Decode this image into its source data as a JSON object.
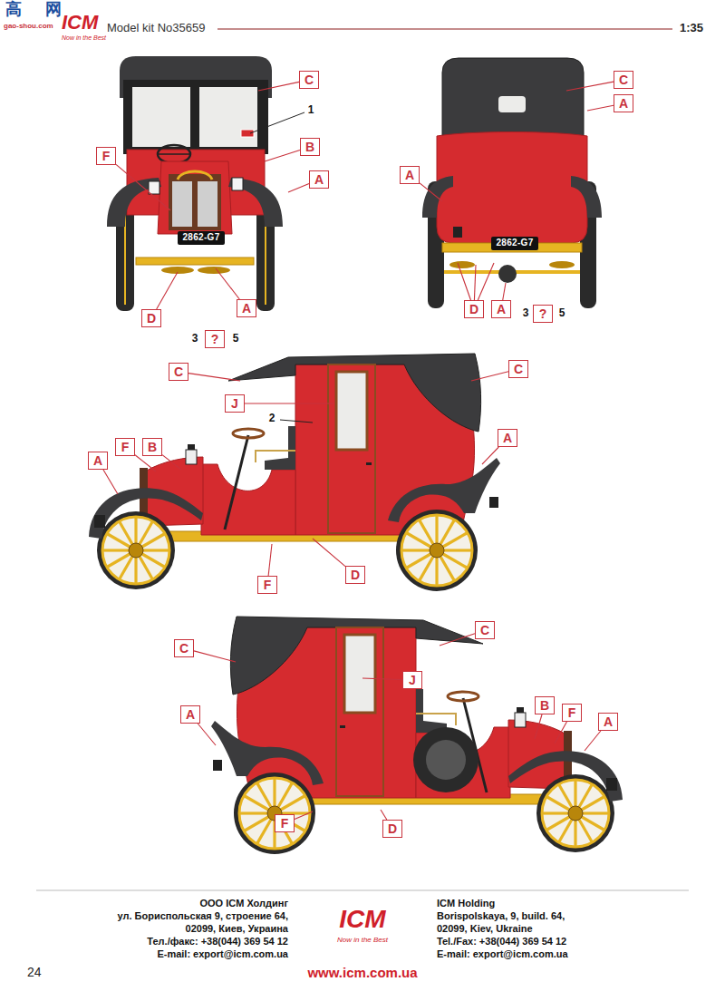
{
  "diagram": {
    "nodes": [
      {
        "text": [
          "C"
        ]
      },
      {
        "text": [
          "B"
        ]
      },
      {
        "text": [
          "F"
        ]
      },
      {
        "text": [
          "A"
        ]
      },
      {
        "text": [
          "2862-G7"
        ]
      },
      {
        "text": [
          "A"
        ]
      },
      {
        "text": [
          "D"
        ]
      },
      {
        "text": [
          "?"
        ]
      },
      {
        "text": [
          "C"
        ]
      },
      {
        "text": [
          "A"
        ]
      },
      {
        "text": [
          "A"
        ]
      },
      {
        "text": [
          "2862-G7"
        ]
      },
      {
        "text": [
          "D"
        ]
      },
      {
        "text": [
          "A"
        ]
      },
      {
        "text": [
          "?"
        ]
      },
      {
        "text": [
          "C"
        ]
      },
      {
        "text": [
          "J"
        ]
      },
      {
        "text": [
          "C"
        ]
      },
      {
        "text": [
          "A"
        ]
      },
      {
        "text": [
          "A"
        ]
      },
      {
        "text": [
          "F"
        ]
      },
      {
        "text": [
          "B"
        ]
      },
      {
        "text": [
          "F"
        ]
      },
      {
        "text": [
          "D"
        ]
      },
      {
        "text": [
          "C"
        ]
      },
      {
        "text": [
          "C"
        ]
      },
      {
        "text": [
          "J"
        ]
      },
      {
        "text": [
          "B"
        ]
      },
      {
        "text": [
          "F"
        ]
      },
      {
        "text": [
          "A"
        ]
      },
      {
        "text": [
          "A"
        ]
      },
      {
        "text": [
          "F"
        ]
      },
      {
        "text": [
          "D"
        ]
      }
    ],
    "labels": [
      "高",
      "网",
      "gao-shou.com",
      "ICM",
      "Now in the Best",
      "Model kit No35659",
      "1:35",
      "1",
      "3",
      "5",
      "3",
      "5",
      "2",
      "ООО ICM Холдинг",
      "ул. Бориспольская 9, строение 64,",
      "02099, Киев, Украина",
      "Тел./факс: +38(044) 369 54 12",
      "E-mail: export@icm.com.ua",
      "ICM Holding",
      "Borispolskaya, 9, build. 64,",
      "02099, Kiev, Ukraine",
      "Tel./Fax: +38(044) 369 54 12",
      "E-mail: export@icm.com.ua",
      "ICM",
      "Now in the Best",
      "www.icm.com.ua",
      "24"
    ]
  }
}
